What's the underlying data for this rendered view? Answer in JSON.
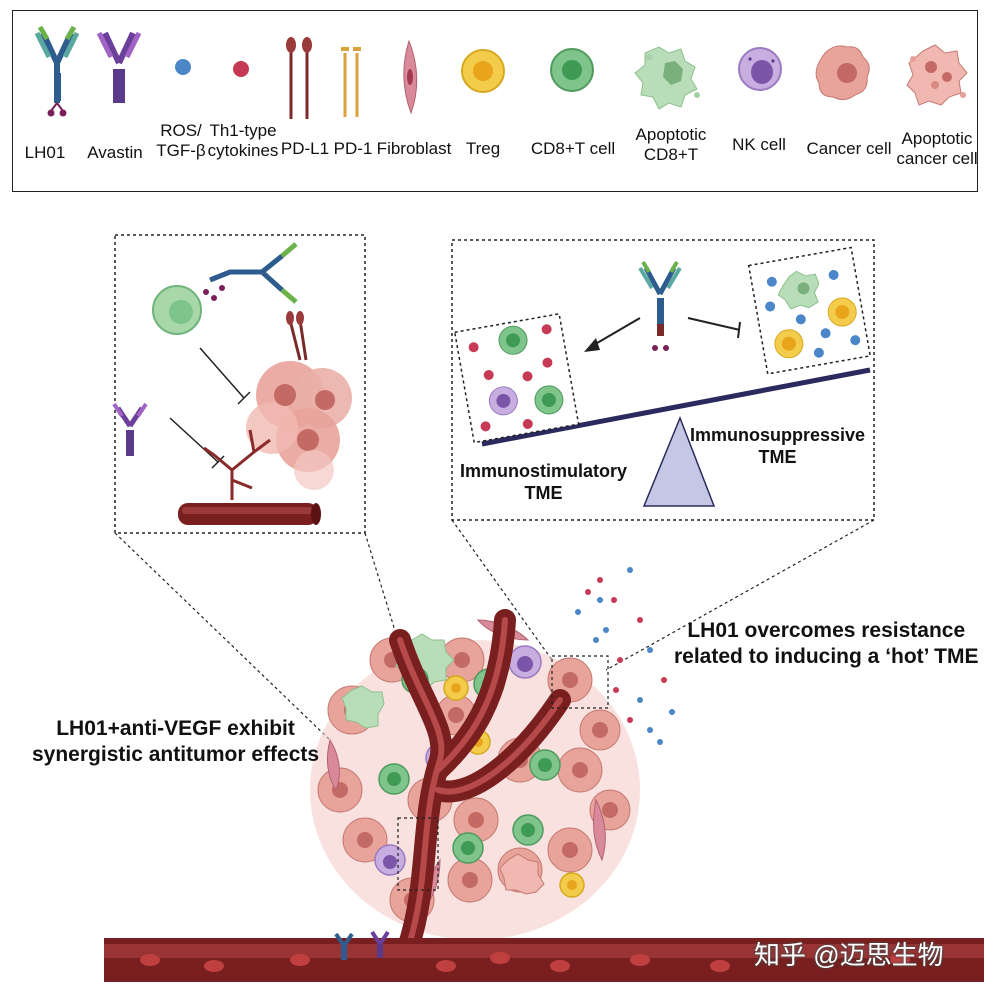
{
  "legend": {
    "items": [
      {
        "label": "LH01"
      },
      {
        "label": "Avastin"
      },
      {
        "label": "ROS/\nTGF-β"
      },
      {
        "label": "Th1-type\ncytokines"
      },
      {
        "label": "PD-L1"
      },
      {
        "label": "PD-1"
      },
      {
        "label": "Fibroblast"
      },
      {
        "label": "Treg"
      },
      {
        "label": "CD8+T cell"
      },
      {
        "label": "Apoptotic\nCD8+T"
      },
      {
        "label": "NK cell"
      },
      {
        "label": "Cancer cell"
      },
      {
        "label": "Apoptotic\ncancer cell"
      }
    ]
  },
  "right_panel": {
    "left_label": "Immunostimulatory\nTME",
    "right_label": "Immunosuppressive\nTME"
  },
  "captions": {
    "left": "LH01+anti-VEGF exhibit\nsynergistic antitumor effects",
    "right": "LH01 overcomes resistance\nrelated to inducing a ‘hot’ TME"
  },
  "watermark": "知乎 @迈思生物",
  "colors": {
    "vessel": "#7a1f1f",
    "vessel_light": "#b64a4a",
    "cancer": "#e8a39b",
    "cancer_core": "#c26a63",
    "cd8": "#7fc48a",
    "cd8_core": "#3f9a54",
    "treg": "#f2cc4a",
    "nk": "#b596cf",
    "nk_core": "#7a55a8",
    "ros": "#4a86c8",
    "cytokine": "#c73a55",
    "seesaw_beam": "#2a2a5e",
    "seesaw_base": "#c4c8e4"
  }
}
